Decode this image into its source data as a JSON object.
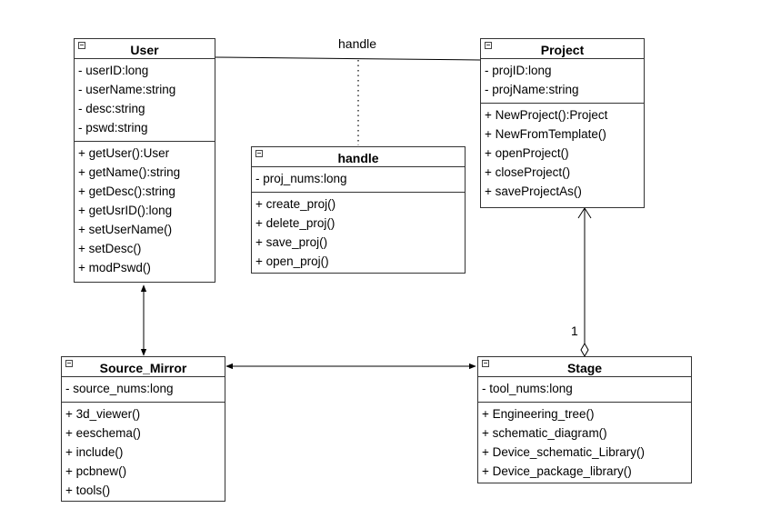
{
  "classes": {
    "user": {
      "name": "User",
      "attributes": [
        "- userID:long",
        "- userName:string",
        "- desc:string",
        "- pswd:string"
      ],
      "methods": [
        "+ getUser():User",
        "+ getName():string",
        "+ getDesc():string",
        "+ getUsrID():long",
        "+ setUserName()",
        "+ setDesc()",
        "+ modPswd()"
      ]
    },
    "project": {
      "name": "Project",
      "attributes": [
        "- projID:long",
        "- projName:string"
      ],
      "methods": [
        "+ NewProject():Project",
        "+ NewFromTemplate()",
        "+ openProject()",
        "+ closeProject()",
        "+ saveProjectAs()"
      ]
    },
    "handle": {
      "name": "handle",
      "attributes": [
        "- proj_nums:long"
      ],
      "methods": [
        "+ create_proj()",
        "+ delete_proj()",
        "+ save_proj()",
        "+ open_proj()"
      ]
    },
    "source_mirror": {
      "name": "Source_Mirror",
      "attributes": [
        "- source_nums:long"
      ],
      "methods": [
        "+ 3d_viewer()",
        "+ eeschema()",
        "+ include()",
        "+ pcbnew()",
        "+ tools()"
      ]
    },
    "stage": {
      "name": "Stage",
      "attributes": [
        "- tool_nums:long"
      ],
      "methods": [
        "+ Engineering_tree()",
        "+ schematic_diagram()",
        "+ Device_schematic_Library()",
        "+ Device_package_library()"
      ]
    }
  },
  "associations": {
    "user_project_label": "handle",
    "stage_project_multiplicity": "1"
  }
}
